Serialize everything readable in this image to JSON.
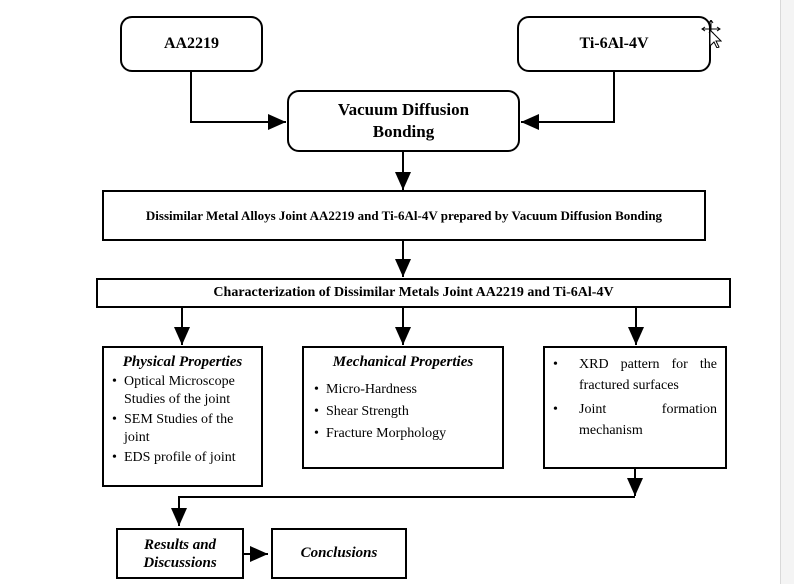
{
  "inputs": {
    "left": "AA2219",
    "right": "Ti-6Al-4V"
  },
  "process": "Vacuum Diffusion Bonding",
  "joint": "Dissimilar Metal Alloys Joint AA2219 and  Ti-6Al-4V  prepared by Vacuum Diffusion Bonding",
  "characterization": "Characterization of Dissimilar Metals Joint AA2219 and  Ti-6Al-4V",
  "physical": {
    "title": "Physical Properties",
    "items": [
      "Optical Microscope Studies of the joint",
      "SEM Studies of the joint",
      "EDS profile of joint"
    ]
  },
  "mechanical": {
    "title": "Mechanical Properties",
    "items": [
      "Micro-Hardness",
      "Shear Strength",
      "Fracture Morphology"
    ]
  },
  "other": {
    "items": [
      "XRD pattern for the fractured surfaces",
      "Joint formation mechanism"
    ]
  },
  "results": "Results and Discussions",
  "conclusions": "Conclusions"
}
